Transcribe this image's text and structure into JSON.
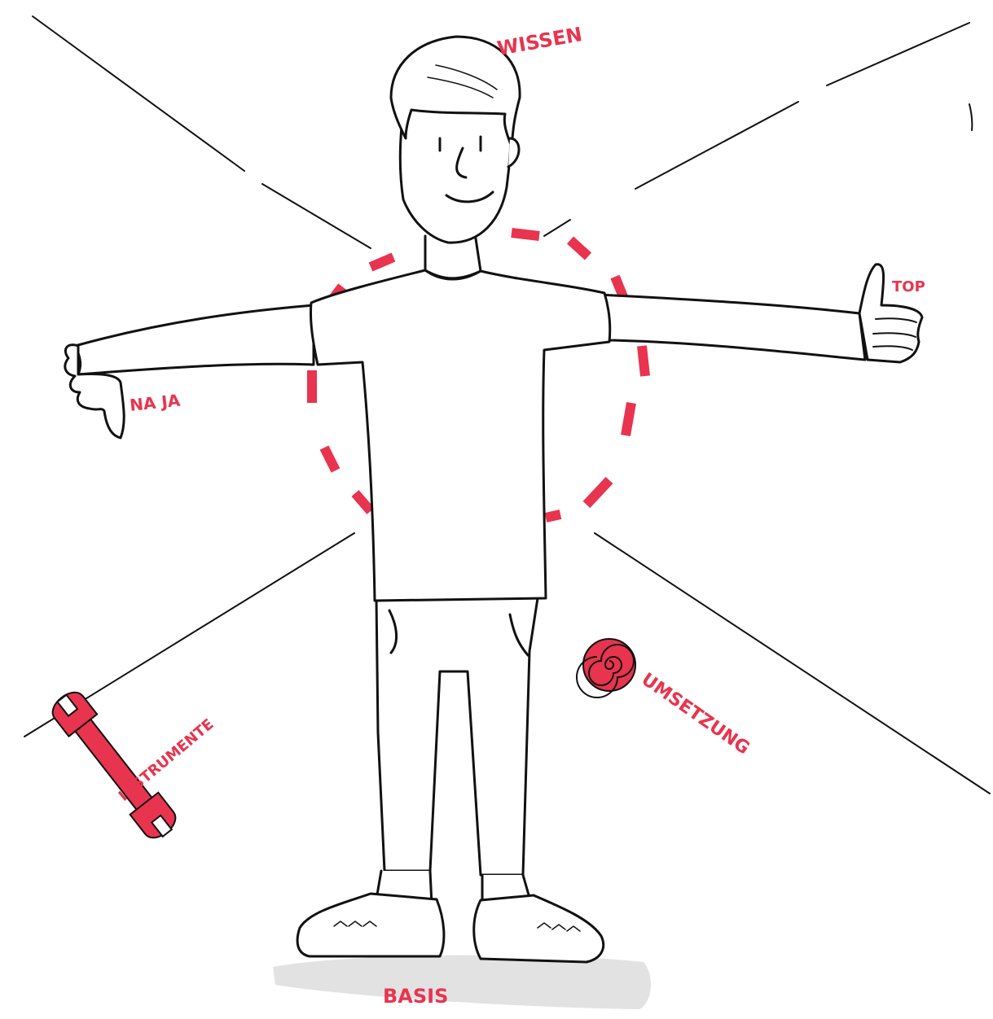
{
  "labels": {
    "wissen": "WISSEN",
    "top": "TOP",
    "naja": "NA JA",
    "instrumente": "INSTRUMENTE",
    "umsetzung": "UMSETZUNG",
    "basis": "BASIS"
  },
  "colors": {
    "accent": "#e8344e",
    "ink": "#111111",
    "shadow": "#e2e2e2",
    "background": "#ffffff"
  },
  "icons": {
    "wrench": "wrench-icon",
    "spiral": "spiral-icon",
    "thumbs_up": "thumbs-up-icon",
    "thumbs_down": "thumbs-down-icon"
  }
}
